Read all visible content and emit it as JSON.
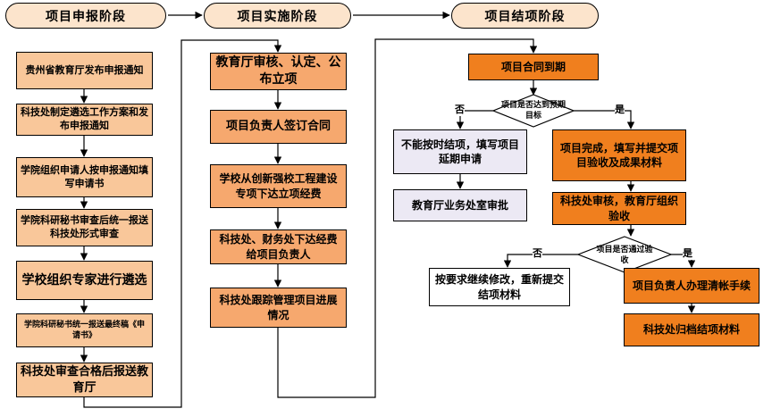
{
  "phases": {
    "apply": "项目申报阶段",
    "implement": "项目实施阶段",
    "finish": "项目结项阶段"
  },
  "apply_steps": [
    "贵州省教育厅发布申报通知",
    "科技处制定遴选工作方案和发布申报通知",
    "学院组织申请人按申报通知填写申请书",
    "学院科研秘书审查后统一报送科技处形式审查",
    "学校组织专家进行遴选",
    "学院科研秘书统一报送最终稿《申请书》",
    "科技处审查合格后报送教育厅"
  ],
  "implement_steps": [
    "教育厅审核、认定、公布立项",
    "项目负责人签订合同",
    "学校从创新强校工程建设专项下达立项经费",
    "科技处、财务处下达经费给项目负责人",
    "科技处跟踪管理项目进展情况"
  ],
  "finish": {
    "contract_due": "项目合同到期",
    "decision1": "项目是否达到预期目标",
    "no_label_1": "否",
    "yes_label_1": "是",
    "cannot_finish": "不能按时结项，填写项目延期申请",
    "edu_approval": "教育厅业务处室审批",
    "completed": "项目完成，填写并提交项目验收及成果材料",
    "sci_review": "科技处审核，教育厅组织验收",
    "decision2": "项目是否通过验收",
    "no_label_2": "否",
    "yes_label_2": "是",
    "revise": "按要求继续修改，重新提交结项材料",
    "closeout": "项目负责人办理清帐手续",
    "archive": "科技处归档结项材料"
  },
  "colors": {
    "apply_box": "#f9c79a",
    "implement_box": "#f6a86e",
    "finish_box": "#f07f1e",
    "phase_fill": "#fce4cc",
    "diamond_fill": "#ffffff",
    "lavender_box": "#ece9f4"
  }
}
